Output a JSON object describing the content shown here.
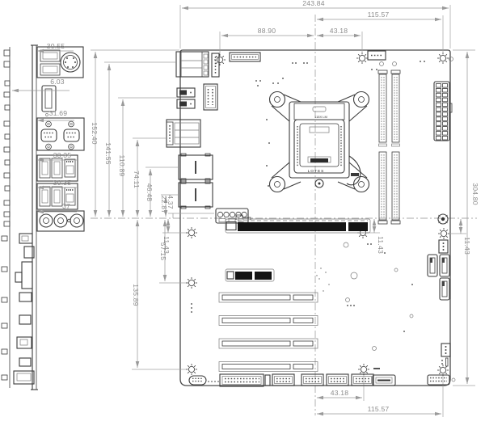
{
  "dimensions": {
    "board_width": "243.84",
    "board_height": "304.80",
    "top_right_span": "115.57",
    "top_left_span": "88.90",
    "top_center_span": "43.18",
    "bottom_center_span": "43.18",
    "bottom_right_span": "115.57",
    "io_ps2_usb_width": "30.55",
    "io_displayport_offset": "6.03",
    "io_serial_width": "31.69",
    "io_lan_usb1_width": "30.35",
    "io_lan_usb2_width": "30.35",
    "io_audio_width": "37",
    "edge_to_audio": "152.40",
    "ps2_to_audio": "141.55",
    "dp_to_audio": "110.89",
    "serial_to_audio": "74.11",
    "lan1_to_audio": "46.48",
    "lan2_to_audio": "22.87",
    "audio_edge_gap": "4.37",
    "hole_offset_left": "11.43",
    "hole_offset_mid": "11.43",
    "hole_offset_right": "11.43",
    "audio_to_hole_span": "57.15",
    "audio_to_bottom_hole": "135.89"
  },
  "socket": {
    "marking_top": "115X LM",
    "marking_bottom": "LOTES"
  }
}
